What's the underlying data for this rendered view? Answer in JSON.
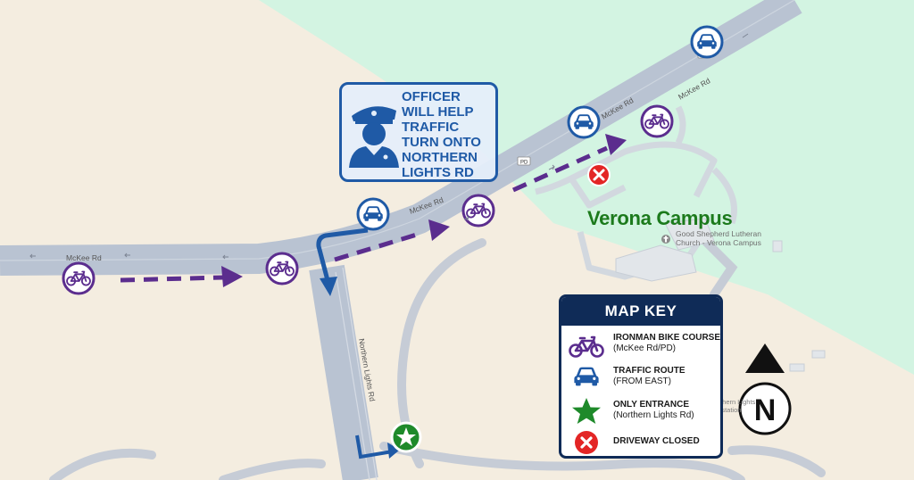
{
  "map": {
    "road_labels": {
      "mckee_west": "McKee Rd",
      "mckee_mid": "McKee Rd",
      "mckee_east_1": "McKee Rd",
      "mckee_east_2": "McKee Rd",
      "northern_lights": "Northern Lights Rd",
      "pd_1": "PD",
      "pd_2": "PD"
    },
    "campus_title": "Verona Campus",
    "church_label": "Good Shepherd Lutheran Church - Verona Campus",
    "substation_label": "Northern Lights Substation",
    "compass_letter": "N",
    "colors": {
      "bike_purple": "#5b2d8e",
      "traffic_blue": "#1f5aa6",
      "entrance_green": "#1e8a2a",
      "closed_red": "#e32525",
      "key_navy": "#0f2b57",
      "road_gray": "#b9c3d2",
      "green_area": "#d3f4e2",
      "land": "#f4ede0"
    }
  },
  "callout": {
    "text": "OFFICER WILL HELP TRAFFIC TURN ONTO NORTHERN LIGHTS RD",
    "icon": "police-officer-icon"
  },
  "map_key": {
    "title": "MAP KEY",
    "items": [
      {
        "icon": "bicycle-icon",
        "title": "IRONMAN BIKE COURSE",
        "subtitle": "(McKee Rd/PD)"
      },
      {
        "icon": "car-icon",
        "title": "TRAFFIC ROUTE",
        "subtitle": "(FROM EAST)"
      },
      {
        "icon": "star-icon",
        "title": "ONLY ENTRANCE",
        "subtitle": "(Northern Lights Rd)"
      },
      {
        "icon": "closed-x-icon",
        "title": "DRIVEWAY CLOSED",
        "subtitle": ""
      }
    ]
  }
}
